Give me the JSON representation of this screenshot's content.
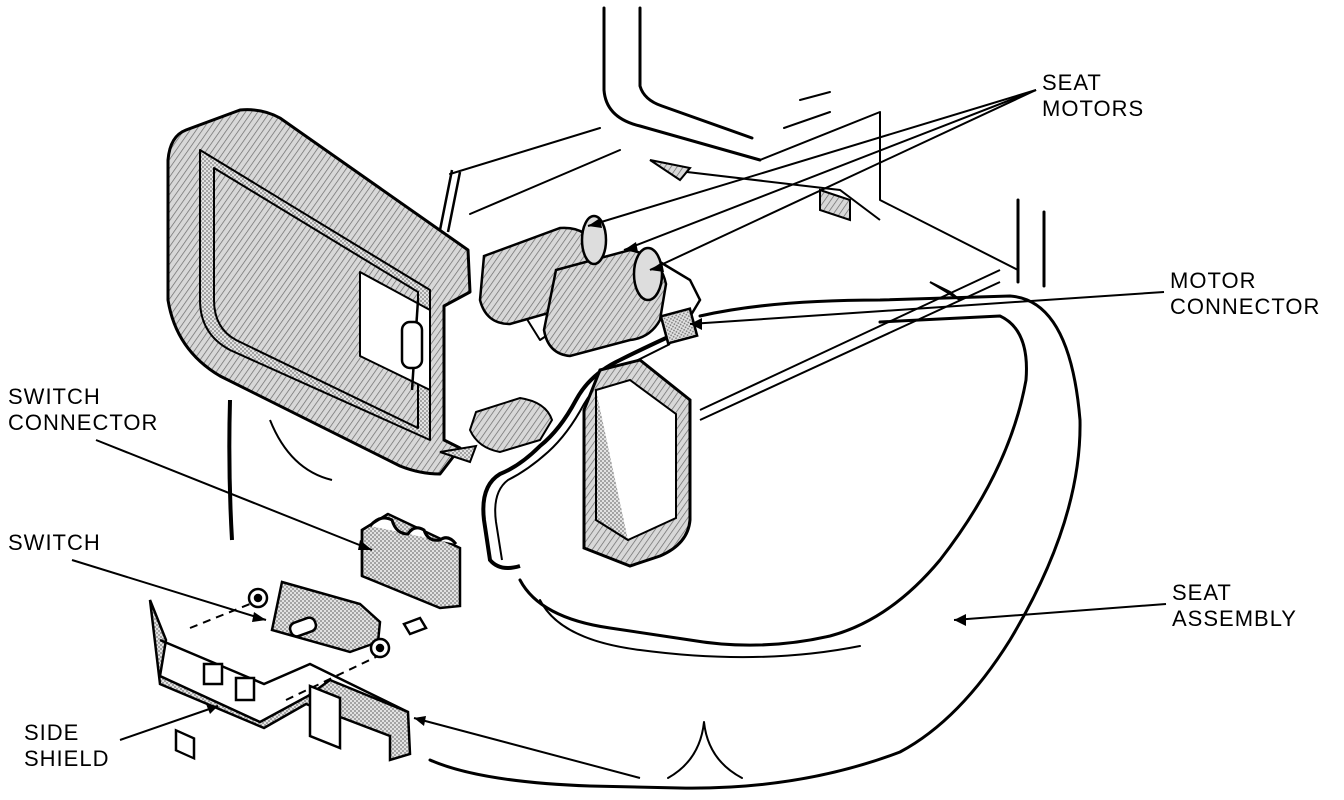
{
  "labels": {
    "seat_motors": [
      "SEAT",
      "MOTORS"
    ],
    "motor_connector": [
      "MOTOR",
      "CONNECTOR"
    ],
    "switch_connector": [
      "SWITCH",
      "CONNECTOR"
    ],
    "switch": [
      "SWITCH"
    ],
    "seat_assembly": [
      "SEAT",
      "ASSEMBLY"
    ],
    "side_shield": [
      "SIDE",
      "SHIELD"
    ]
  },
  "colors": {
    "ink": "#000000",
    "hatch": "#9a9a9a",
    "paper": "#ffffff"
  }
}
